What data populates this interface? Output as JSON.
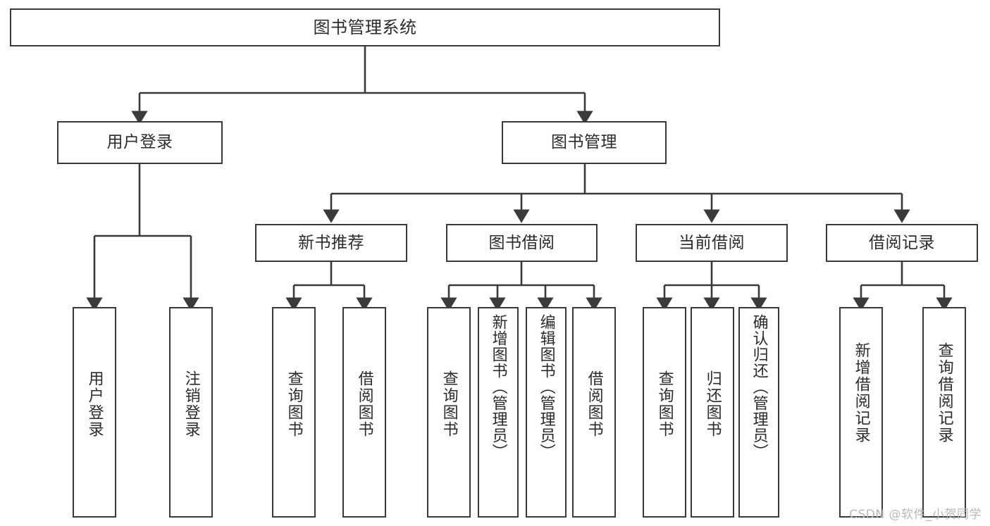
{
  "diagram": {
    "type": "tree",
    "title": "图书管理系统",
    "stroke_color": "#3a3a3a",
    "text_color": "#2b2b2b",
    "background_color": "#ffffff",
    "root": {
      "label": "图书管理系统"
    },
    "level2": [
      {
        "label": "用户登录"
      },
      {
        "label": "图书管理"
      }
    ],
    "level3": [
      {
        "label": "新书推荐"
      },
      {
        "label": "图书借阅"
      },
      {
        "label": "当前借阅"
      },
      {
        "label": "借阅记录"
      }
    ],
    "leaves": {
      "user_login": [
        {
          "label": "用户登录"
        },
        {
          "label": "注销登录"
        }
      ],
      "new_book_recommend": [
        {
          "label": "查询图书"
        },
        {
          "label": "借阅图书"
        }
      ],
      "book_borrow": [
        {
          "label": "查询图书"
        },
        {
          "label": "新增图书（管理员）"
        },
        {
          "label": "编辑图书（管理员）"
        },
        {
          "label": "借阅图书"
        }
      ],
      "current_borrow": [
        {
          "label": "查询图书"
        },
        {
          "label": "归还图书"
        },
        {
          "label": "确认归还（管理员）"
        }
      ],
      "borrow_record": [
        {
          "label": "新增借阅记录"
        },
        {
          "label": "查询借阅记录"
        }
      ]
    }
  },
  "watermark": {
    "text": "CSDN @软件_小贺同学"
  }
}
